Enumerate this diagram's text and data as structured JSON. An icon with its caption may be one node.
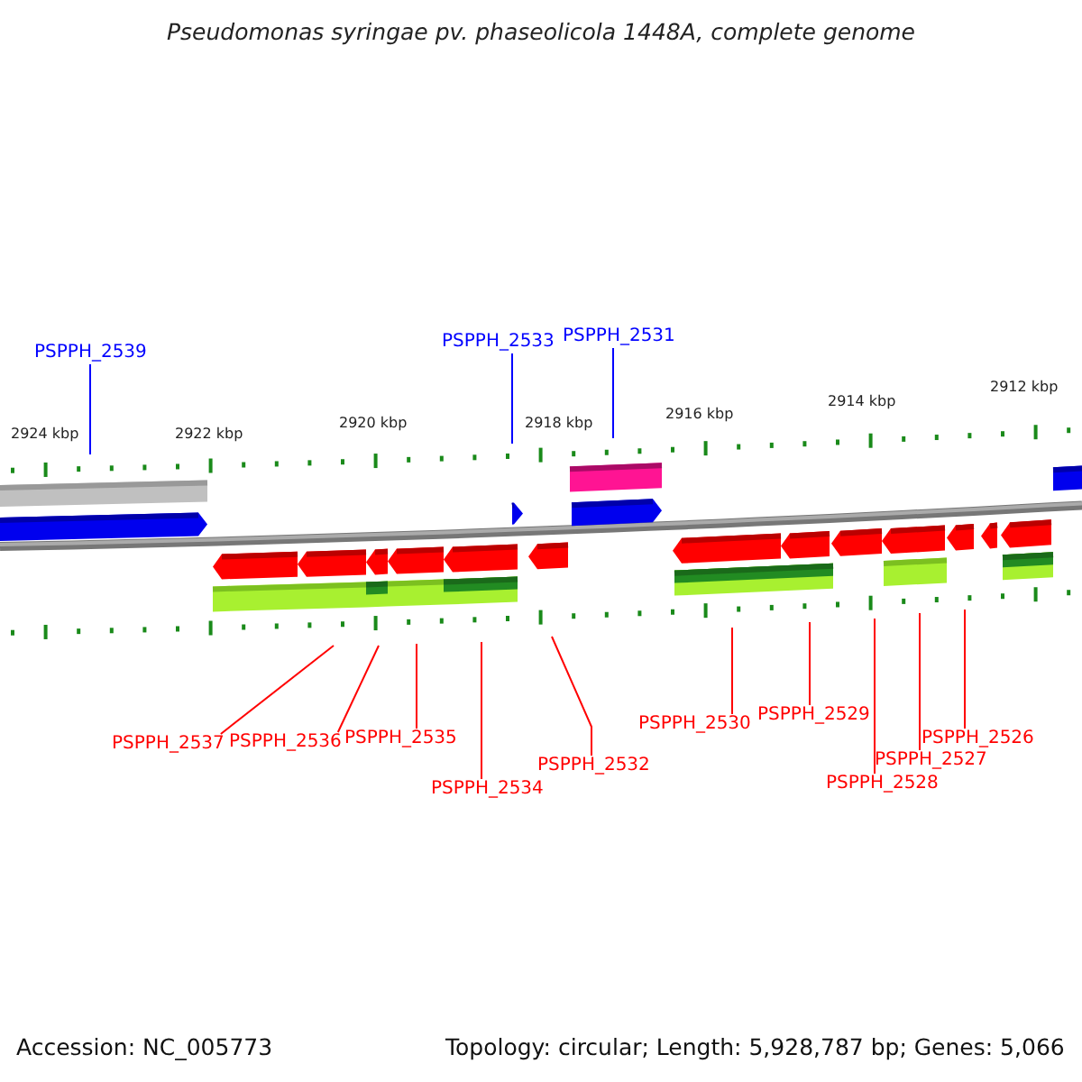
{
  "diagram": {
    "title": "Pseudomonas syringae pv. phaseolicola 1448A, complete genome",
    "nodes": [
      {
        "text": [
          "PSPPH_2539"
        ]
      },
      {
        "text": [
          "PSPPH_2533"
        ]
      },
      {
        "text": [
          "PSPPH_2531"
        ]
      },
      {
        "text": [
          "PSPPH_2537"
        ]
      },
      {
        "text": [
          "PSPPH_2536"
        ]
      },
      {
        "text": [
          "PSPPH_2535"
        ]
      },
      {
        "text": [
          "PSPPH_2534"
        ]
      },
      {
        "text": [
          "PSPPH_2532"
        ]
      },
      {
        "text": [
          "PSPPH_2530"
        ]
      },
      {
        "text": [
          "PSPPH_2529"
        ]
      },
      {
        "text": [
          "PSPPH_2528"
        ]
      },
      {
        "text": [
          "PSPPH_2527"
        ]
      },
      {
        "text": [
          "PSPPH_2526"
        ]
      }
    ],
    "edges": [
      {
        "from": 0,
        "to": null,
        "arrow": "none",
        "color": "#0000ff"
      },
      {
        "from": 1,
        "to": null,
        "arrow": "none",
        "color": "#0000ff"
      },
      {
        "from": 2,
        "to": null,
        "arrow": "none",
        "color": "#0000ff"
      },
      {
        "from": 3,
        "to": null,
        "arrow": "none"
      },
      {
        "from": 4,
        "to": null,
        "arrow": "none"
      },
      {
        "from": 5,
        "to": null,
        "arrow": "none"
      },
      {
        "from": 6,
        "to": null,
        "arrow": "none"
      },
      {
        "from": 7,
        "to": null,
        "arrow": "none"
      },
      {
        "from": 8,
        "to": null,
        "arrow": "none"
      },
      {
        "from": 9,
        "to": null,
        "arrow": "none"
      },
      {
        "from": 10,
        "to": null,
        "arrow": "none"
      },
      {
        "from": 11,
        "to": null,
        "arrow": "none"
      },
      {
        "from": 12,
        "to": null,
        "arrow": "none"
      }
    ],
    "labels": [
      "2924 kbp",
      "2922 kbp",
      "2920 kbp",
      "2918 kbp",
      "2916 kbp",
      "2914 kbp",
      "2912 kbp",
      "Accession: NC_005773",
      "Topology: circular; Length: 5,928,787 bp; Genes: 5,066"
    ]
  }
}
